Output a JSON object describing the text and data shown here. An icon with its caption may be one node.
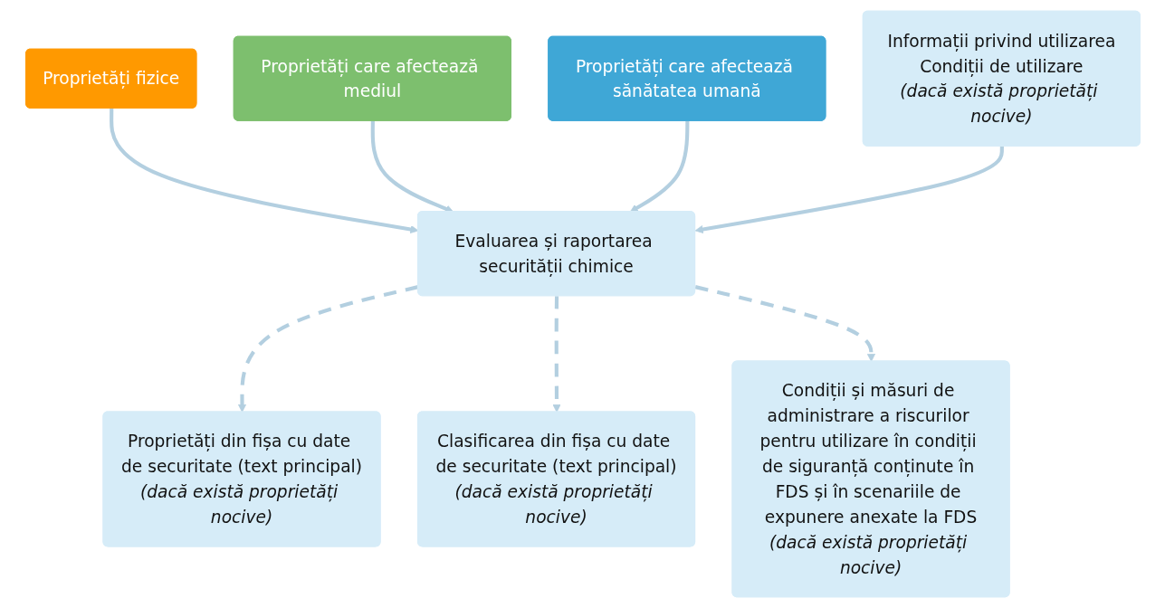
{
  "diagram": {
    "nodes": [
      {
        "text": [
          "Proprietăți fizice"
        ]
      },
      {
        "text": [
          "Proprietăți care afectează mediul"
        ]
      },
      {
        "text": [
          "Proprietăți care afectează sănătatea umană"
        ]
      },
      {
        "text": [
          "Informații privind utilizarea",
          "Condiții de utilizare",
          "(dacă există proprietăți nocive)"
        ]
      },
      {
        "text": [
          "Evaluarea și raportarea securității chimice"
        ]
      },
      {
        "text": [
          "Proprietăți din fișa cu date de securitate (text principal)",
          "(dacă există proprietăți nocive)"
        ]
      },
      {
        "text": [
          "Clasificarea din fișa cu date de securitate (text principal)",
          "(dacă există proprietăți nocive)"
        ]
      },
      {
        "text": [
          "Condiții și măsuri de administrare a riscurilor pentru utilizare în condiții de siguranță conținute în FDS și în scenariile de expunere anexate la FDS",
          "(dacă există proprietăți nocive)"
        ]
      }
    ],
    "edges": [
      {
        "from": 0,
        "to": 4,
        "arrow": "to"
      },
      {
        "from": 1,
        "to": 4,
        "arrow": "to"
      },
      {
        "from": 2,
        "to": 4,
        "arrow": "to"
      },
      {
        "from": 3,
        "to": 4,
        "arrow": "to"
      },
      {
        "from": 4,
        "to": 5,
        "arrow": "to",
        "style": "dashed"
      },
      {
        "from": 4,
        "to": 6,
        "arrow": "to",
        "style": "dashed"
      },
      {
        "from": 4,
        "to": 7,
        "arrow": "to",
        "style": "dashed"
      }
    ]
  }
}
